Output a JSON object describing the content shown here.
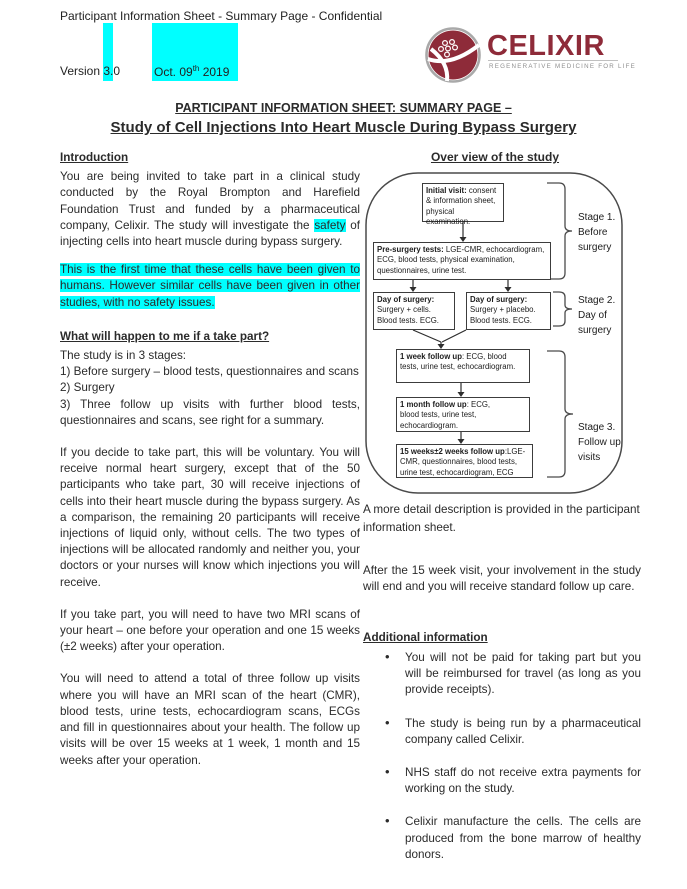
{
  "header": {
    "confidential_line": "Participant Information Sheet - Summary Page - Confidential",
    "version_label": "Version ",
    "version_value": "3.0",
    "date_prefix": "Oct. 09",
    "date_sup": "th",
    "date_suffix": " 2019"
  },
  "logo": {
    "name": "CELIXIR",
    "tagline": "REGENERATIVE MEDICINE FOR LIFE"
  },
  "titles": {
    "line1": "PARTICIPANT INFORMATION SHEET: SUMMARY PAGE –",
    "line2": "Study of Cell Injections Into Heart Muscle During Bypass Surgery"
  },
  "left": {
    "intro_heading": "Introduction",
    "intro_before": "You are being invited to take part in a clinical study conducted by the Royal Brompton and Harefield Foundation Trust and funded by a pharmaceutical company, Celixir. The study will investigate the ",
    "intro_highlight_word": "safety",
    "intro_after": " of injecting cells into heart muscle during bypass surgery.",
    "highlight_paragraph": "This is the first time that these cells have been given to humans. However similar cells have been given in other studies, with no safety issues.",
    "happen_heading": "What will happen to me if a take part?",
    "stages_intro": "The study is in 3 stages:",
    "stage_items": [
      "1) Before surgery – blood tests, questionnaires and scans",
      "2)  Surgery",
      "3) Three follow up visits with further blood tests, questionnaires and scans, see right for a summary."
    ],
    "voluntary_paragraph": "If you decide to take part, this will be voluntary. You will receive normal heart surgery, except that of the 50 participants who take part, 30 will receive injections of cells into their heart muscle during the bypass surgery.  As a comparison, the remaining 20 participants will receive injections of liquid only, without cells. The two types of injections will be allocated randomly and neither you, your doctors or your nurses will know which injections you will receive.",
    "mri_paragraph": "If you take part, you will need to have two MRI scans of your heart – one before your operation and one 15 weeks (±2 weeks) after your operation.",
    "followup_paragraph": "You will need to attend a total of three follow up visits where you will have an MRI scan of the heart (CMR), blood tests, urine tests, echocardiogram scans, ECGs and fill in questionnaires about your health.  The follow up visits will be over 15 weeks at 1 week, 1 month and 15 weeks after your operation."
  },
  "diagram": {
    "heading": "Over view of the study",
    "initial_label": "Initial visit:",
    "initial_text": " consent & information sheet, physical examination.",
    "presurgery_label": "Pre-surgery tests:",
    "presurgery_text": " LGE-CMR, echocardiogram, ECG, blood tests, physical examination, questionnaires, urine test.",
    "surgery_cells_label": "Day of surgery:",
    "surgery_cells_text": "Surgery + cells.  Blood tests.  ECG.",
    "surgery_placebo_label": "Day of surgery:",
    "surgery_placebo_text": "Surgery + placebo. Blood tests.  ECG.",
    "week1_label": "1 week follow up",
    "week1_text": ": ECG, blood tests, urine test, echocardiogram.",
    "month1_label": "1 month follow up",
    "month1_text": ": ECG, blood tests, urine test, echocardiogram.",
    "week15_label": "15 weeks±2 weeks follow up",
    "week15_text": ":LGE-CMR, questionnaires, blood tests, urine test, echocardiogram, ECG",
    "stage1": "Stage 1. Before surgery",
    "stage2": "Stage 2. Day of surgery",
    "stage3": "Stage 3. Follow up visits"
  },
  "right": {
    "more_detail": "A more detail description is provided in the participant information sheet.",
    "after_visit": "After the 15 week visit, your involvement in the study will end and you will receive standard follow up care.",
    "additional_heading": "Additional information",
    "bullets": [
      "You will not be paid for taking part but you will be reimbursed for travel (as long as you provide receipts).",
      "The study is being run by a pharmaceutical company called Celixir.",
      "NHS staff do not receive extra payments for working on the study.",
      "Celixir manufacture the cells. The cells are produced from the bone marrow of healthy donors."
    ]
  },
  "colors": {
    "highlight": "#00ffff",
    "brand": "#8e2b39",
    "ring": "#a9a9a9",
    "box_border": "#3c3c3c"
  }
}
